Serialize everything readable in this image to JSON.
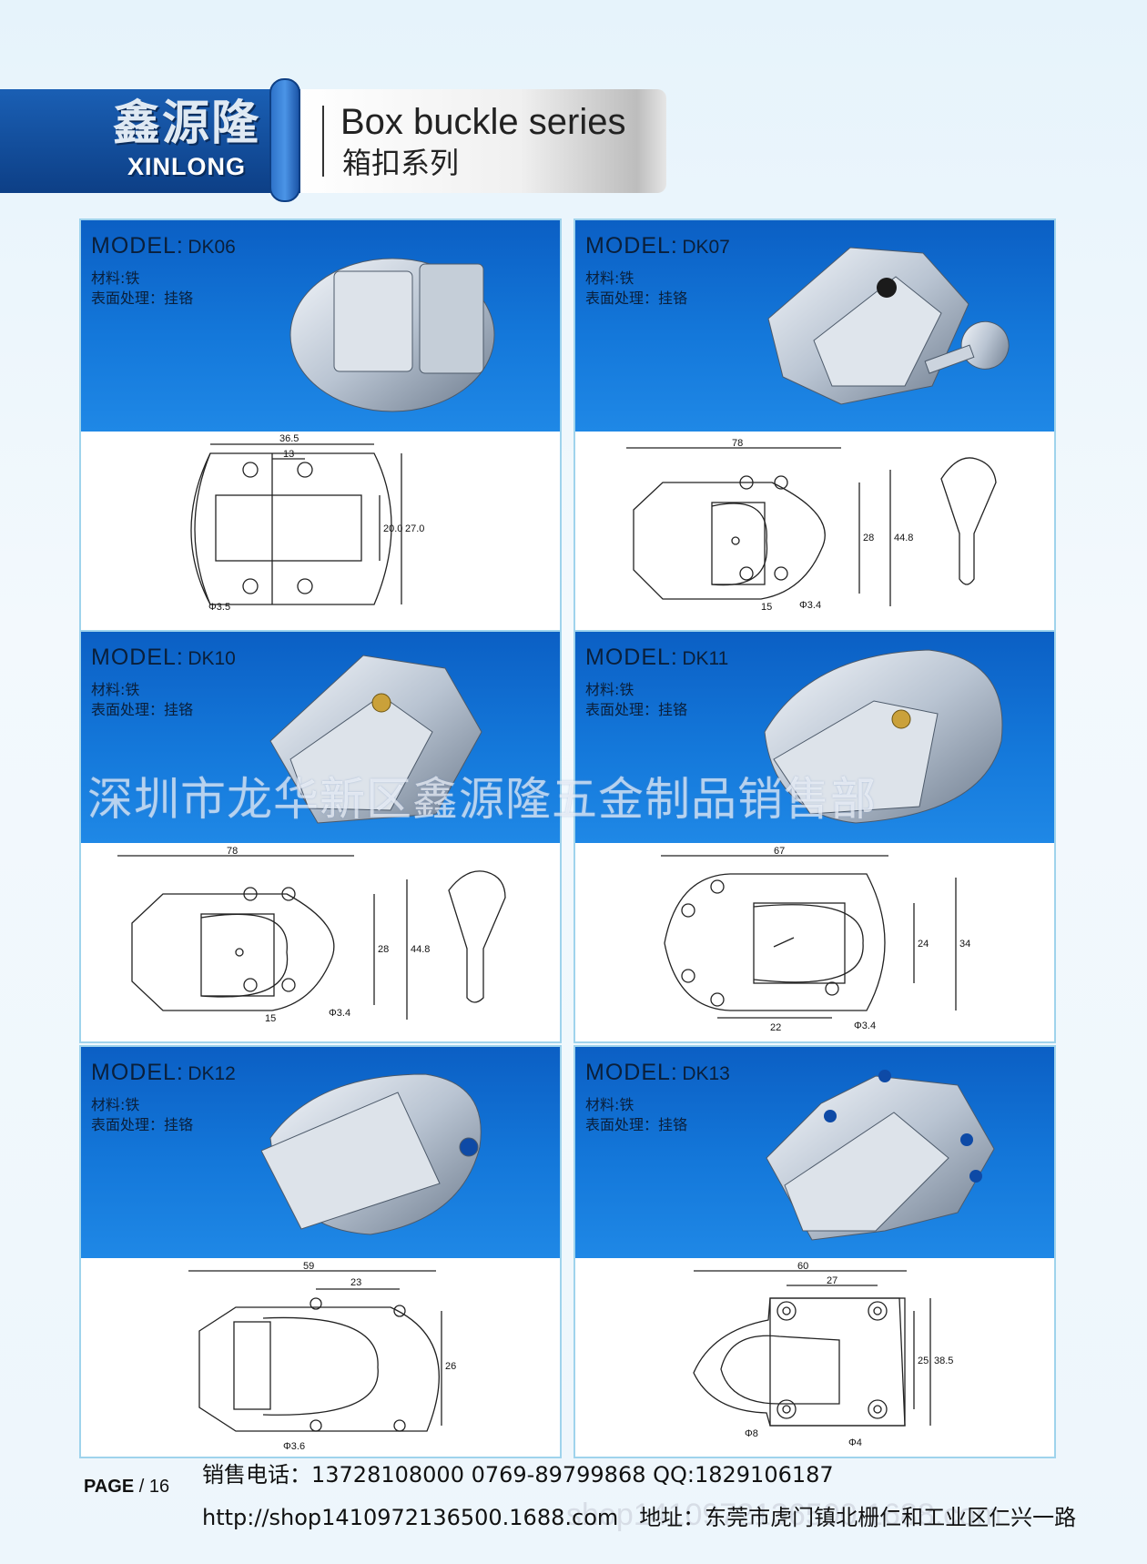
{
  "header": {
    "brand_cn": "鑫源隆",
    "brand_en": "XINLONG",
    "title": "Box buckle series",
    "subtitle": "箱扣系列"
  },
  "model_label": "MODEL",
  "panels": [
    {
      "model": "DK06",
      "material": "材料:铁",
      "finish": "表面处理：挂铬",
      "dims": [
        "36.5",
        "13",
        "20.0",
        "27.0",
        "Φ3.5"
      ]
    },
    {
      "model": "DK07",
      "material": "材料:铁",
      "finish": "表面处理：挂铬",
      "dims": [
        "78",
        "28",
        "44.8",
        "15",
        "Φ3.4"
      ]
    },
    {
      "model": "DK10",
      "material": "材料:铁",
      "finish": "表面处理：挂铬",
      "dims": [
        "78",
        "28",
        "44.8",
        "15",
        "Φ3.4"
      ]
    },
    {
      "model": "DK11",
      "material": "材料:铁",
      "finish": "表面处理：挂铬",
      "dims": [
        "67",
        "24",
        "34",
        "22",
        "Φ3.4"
      ]
    },
    {
      "model": "DK12",
      "material": "材料:铁",
      "finish": "表面处理：挂铬",
      "dims": [
        "59",
        "23",
        "26",
        "Φ3.6"
      ]
    },
    {
      "model": "DK13",
      "material": "材料:铁",
      "finish": "表面处理：挂铬",
      "dims": [
        "60",
        "27",
        "25",
        "38.5",
        "Φ8",
        "Φ4"
      ]
    }
  ],
  "watermark": "深圳市龙华新区鑫源隆五金制品销售部",
  "watermark_url": "shop1410972136500.1688.com",
  "footer": {
    "page_label": "PAGE",
    "page_number": "/ 16",
    "contact": "销售电话：13728108000  0769-89799868  QQ:1829106187",
    "url": "http://shop1410972136500.1688.com",
    "address": "地址：东莞市虎门镇北栅仁和工业区仁兴一路"
  }
}
